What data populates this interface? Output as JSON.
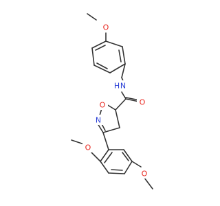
{
  "molecule": {
    "atoms": {
      "o_methoxy_top": "O",
      "n_amide": "N",
      "h_amide": "H",
      "o_carbonyl": "O",
      "o_ring": "O",
      "n_ring": "N",
      "o_methoxy_left": "O",
      "o_methoxy_bottom": "O"
    },
    "colors": {
      "carbon_bond": "#333333",
      "oxygen": "#e8261e",
      "nitrogen": "#2a3fd6",
      "background": "#ffffff"
    }
  }
}
